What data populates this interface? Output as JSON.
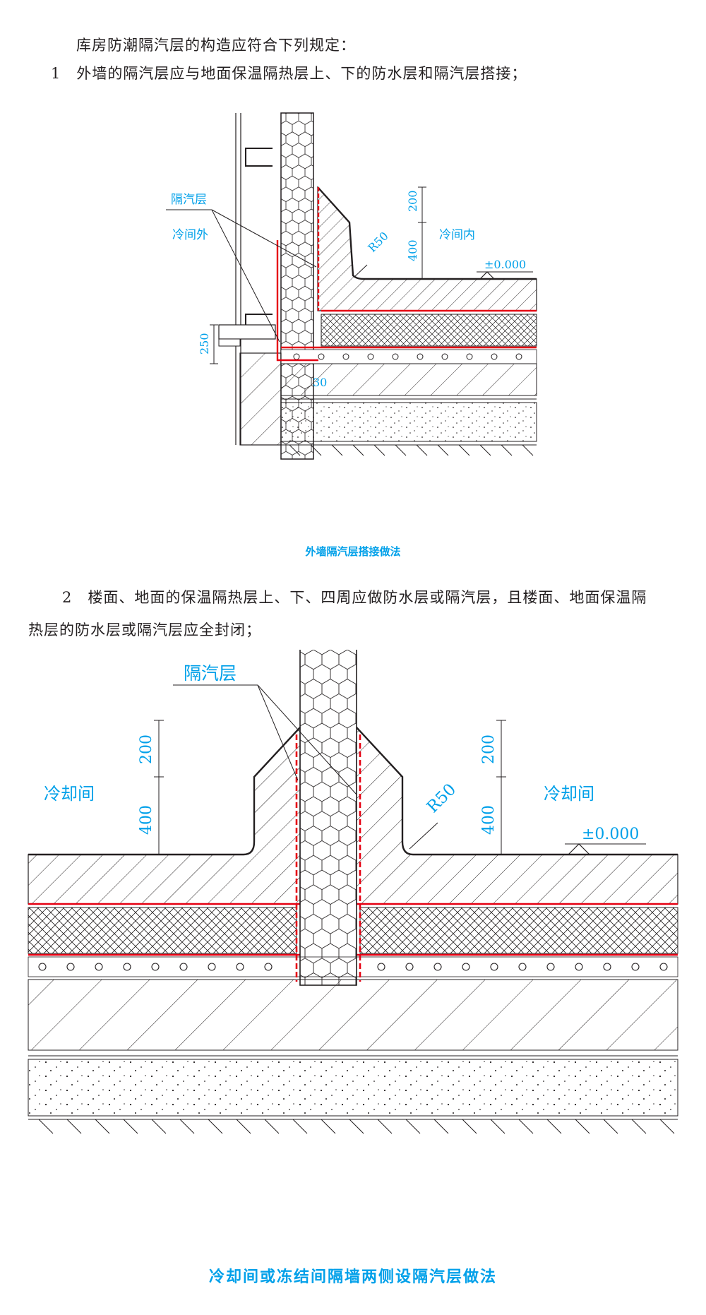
{
  "text": {
    "intro": "库房防潮隔汽层的构造应符合下列规定：",
    "item1": "1　外墙的隔汽层应与地面保温隔热层上、下的防水层和隔汽层搭接；",
    "item2_line1": "2　楼面、地面的保温隔热层上、下、四周应做防水层或隔汽层，且楼面、地面保温隔",
    "item2_line2": "热层的防水层或隔汽层应全封闭；"
  },
  "figure1": {
    "caption": "外墙隔汽层搭接做法",
    "label_vapor": "隔汽层",
    "label_outside": "冷间外",
    "label_inside": "冷间内",
    "label_radius": "R50",
    "dim_200": "200",
    "dim_400": "400",
    "dim_250": "250",
    "dim_30": "30",
    "elevation": "±0.000"
  },
  "figure2": {
    "caption": "冷却间或冻结间隔墙两侧设隔汽层做法",
    "label_vapor": "隔汽层",
    "label_left_room": "冷却间",
    "label_right_room": "冷却间",
    "label_radius": "R50",
    "dim_200_left": "200",
    "dim_400_left": "400",
    "dim_200_right": "200",
    "dim_400_right": "400",
    "elevation": "±0.000"
  },
  "colors": {
    "label_blue": "#00a0e9",
    "vapor_red": "#e60012",
    "line": "#231f20"
  }
}
